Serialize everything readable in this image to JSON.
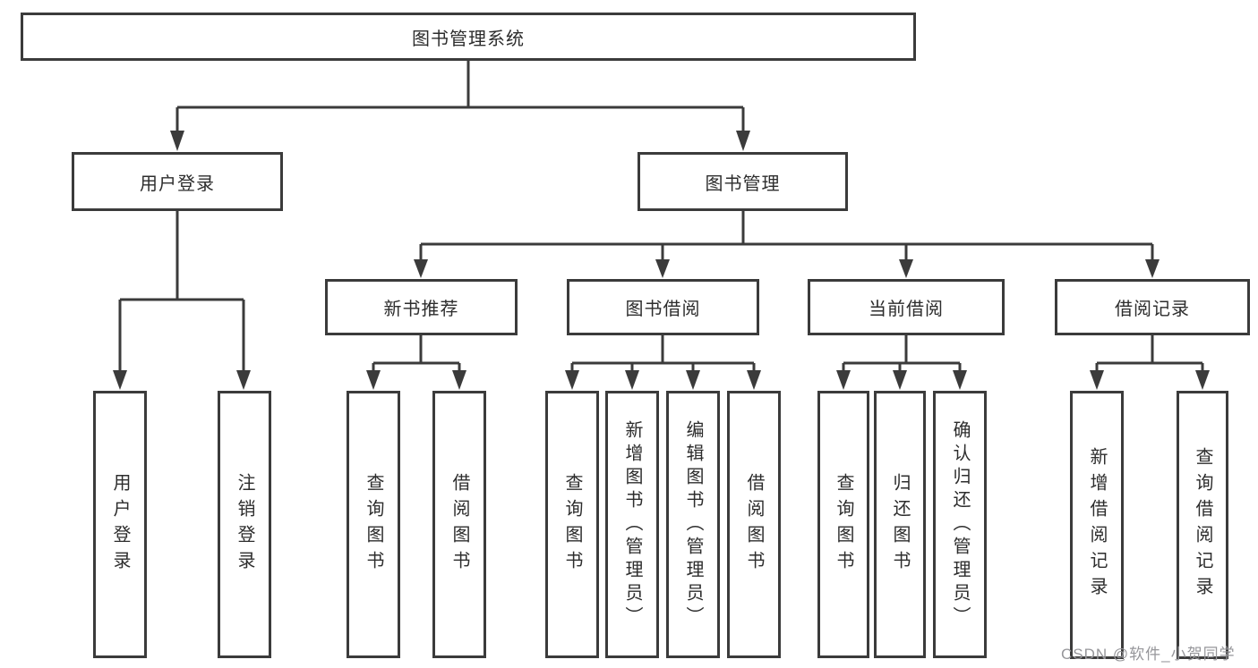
{
  "tree": {
    "root": {
      "label": "图书管理系统"
    },
    "branches": [
      {
        "label": "用户登录",
        "children": [
          {
            "label": "用户登录"
          },
          {
            "label": "注销登录"
          }
        ]
      },
      {
        "label": "图书管理",
        "children": [
          {
            "label": "新书推荐",
            "children": [
              {
                "label": "查询图书"
              },
              {
                "label": "借阅图书"
              }
            ]
          },
          {
            "label": "图书借阅",
            "children": [
              {
                "label": "查询图书"
              },
              {
                "label": "新增图书（管理员）"
              },
              {
                "label": "编辑图书（管理员）"
              },
              {
                "label": "借阅图书"
              }
            ]
          },
          {
            "label": "当前借阅",
            "children": [
              {
                "label": "查询图书"
              },
              {
                "label": "归还图书"
              },
              {
                "label": "确认归还（管理员）"
              }
            ]
          },
          {
            "label": "借阅记录",
            "children": [
              {
                "label": "新增借阅记录"
              },
              {
                "label": "查询借阅记录"
              }
            ]
          }
        ]
      }
    ]
  },
  "watermark": {
    "text": "CSDN @软件_小贺同学"
  },
  "colors": {
    "line": "#3b3b3b",
    "text": "#2d2d2d",
    "watermark": "#96969a",
    "background": "#ffffff"
  }
}
